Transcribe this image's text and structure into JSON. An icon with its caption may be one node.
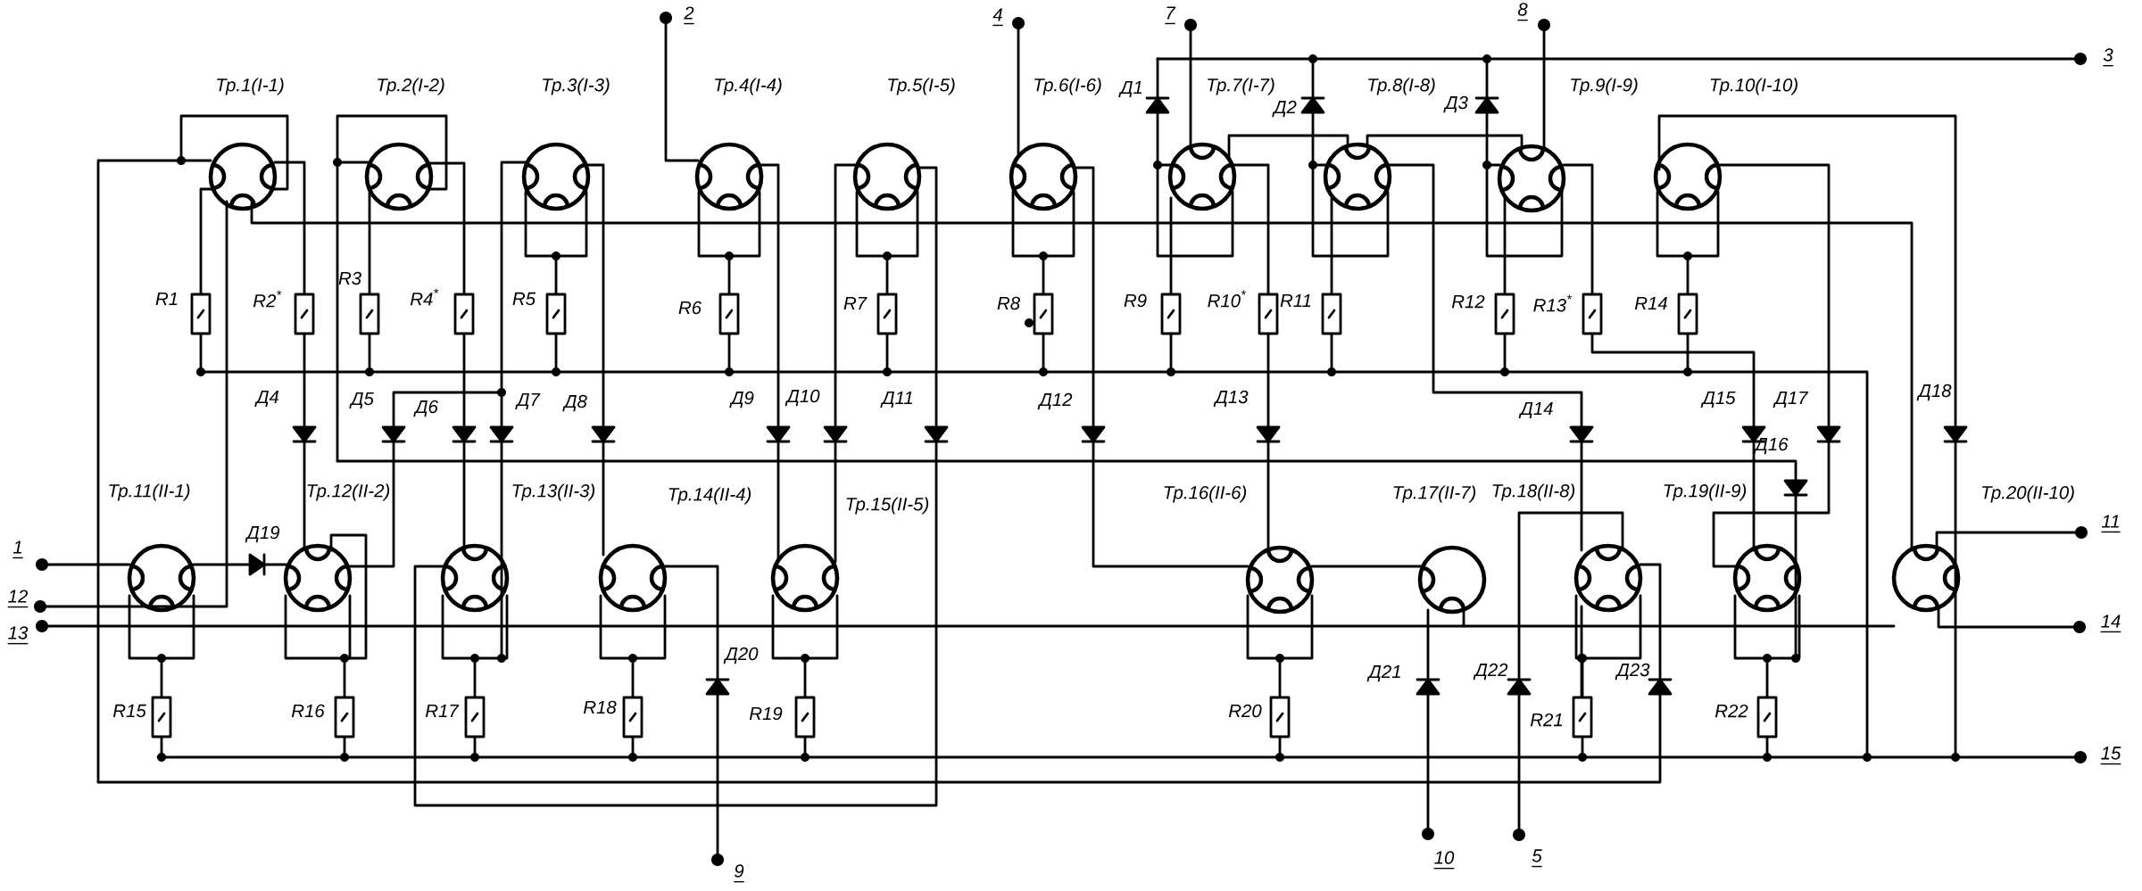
{
  "diagram": {
    "labels": [
      "2",
      "4",
      "7",
      "8",
      "3",
      "Тр.1(I-1)",
      "Тр.2(I-2)",
      "Тр.3(I-3)",
      "Тр.4(I-4)",
      "Тр.5(I-5)",
      "Тр.6(I-6)",
      "Д1",
      "Тр.7(I-7)",
      "Д2",
      "Тр.8(I-8)",
      "Д3",
      "Тр.9(I-9)",
      "Тр.10(I-10)",
      "R1",
      "R2$^{*}$",
      "R3",
      "R4$^{*}$",
      "R5",
      "R6",
      "R7",
      "R8",
      "R9",
      "R10$^{*}$",
      "R11",
      "R12",
      "R13$^{*}$",
      "R14",
      "Д4",
      "Д5",
      "Д6",
      "Д7",
      "Д8",
      "Д9",
      "Д10",
      "Д11",
      "Д12",
      "Д13",
      "Д14",
      "Д15",
      "Д17",
      "Д18",
      "Д16",
      "Тр.11(II-1)",
      "Тр.12(II-2)",
      "Тр.13(II-3)",
      "Тр.14(II-4)",
      "Тр.15(II-5)",
      "Тр.16(II-6)",
      "Тр.17(II-7)",
      "Тр.18(II-8)",
      "Тр.19(II-9)",
      "Тр.20(II-10)",
      "1",
      "12",
      "13",
      "Д19",
      "11",
      "14",
      "Д20",
      "Д21",
      "Д22",
      "Д23",
      "R15",
      "R16",
      "R17",
      "R18",
      "R19",
      "R20",
      "R21",
      "R22",
      "15",
      "9",
      "10",
      "5"
    ]
  }
}
